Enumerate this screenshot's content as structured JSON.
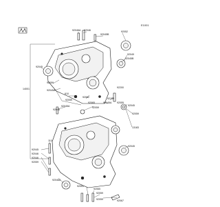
{
  "diagram": {
    "reference": "E1001",
    "labels": {
      "top_a": "92046A",
      "top_b": "92046",
      "top_c": "92045B",
      "r_top1": "92052",
      "r_top2": "92049",
      "r_top3": "92045B",
      "left_1": "92045",
      "left_2": "92059",
      "left_3": "92045A",
      "left_frame": "14001",
      "mid_1": "610",
      "mid_2": "92062",
      "mid_3": "92150",
      "mid_4": "92065",
      "mid_5": "92059",
      "mid_6": "92045A",
      "mid_7": "92045A",
      "mid_8": "92059",
      "mid_9": "92046",
      "r_mid1": "92200",
      "r_mid2": "92055",
      "r_mid3": "92045",
      "r_mid4": "92059",
      "r_mid5": "13183",
      "r_mid6": "92045",
      "low_l1": "92045",
      "low_l2": "92046",
      "low_l3": "92046",
      "low_l4": "92059",
      "low_l5": "92046A",
      "low_l6": "110",
      "bot_1": "92051",
      "bot_2": "92065",
      "bot_3": "92059",
      "bot_4": "92059",
      "bot_5": "92067"
    }
  }
}
